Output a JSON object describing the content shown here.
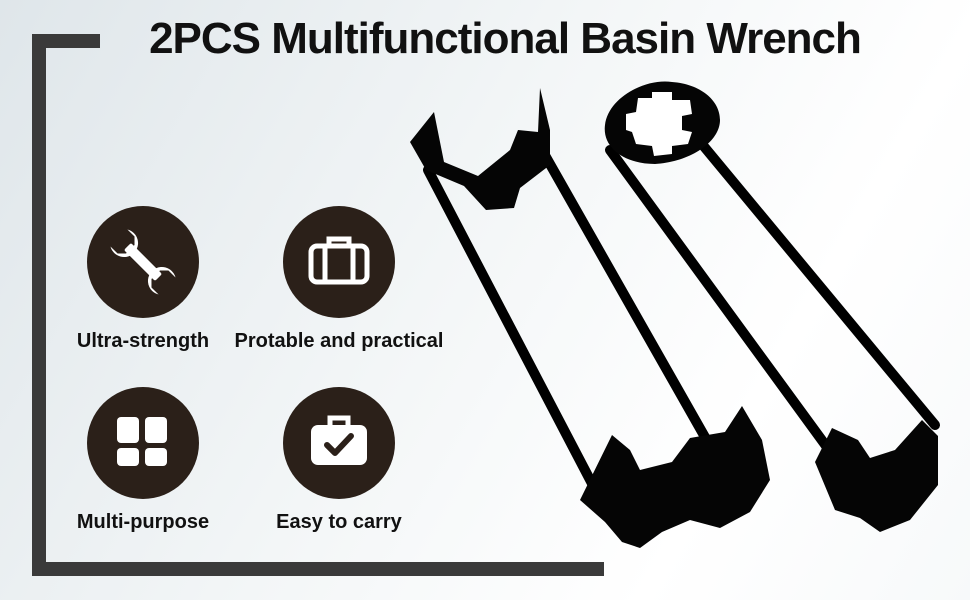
{
  "title": "2PCS Multifunctional Basin Wrench",
  "features": [
    {
      "label": "Ultra-strength",
      "icon": "wrench-icon"
    },
    {
      "label": "Protable and practical",
      "icon": "toolbox-icon"
    },
    {
      "label": "Multi-purpose",
      "icon": "grid-icon"
    },
    {
      "label": "Easy to carry",
      "icon": "checked-case-icon"
    }
  ],
  "colors": {
    "frame": "#3a3a3a",
    "icon_circle": "#2b2019",
    "text": "#111111"
  }
}
